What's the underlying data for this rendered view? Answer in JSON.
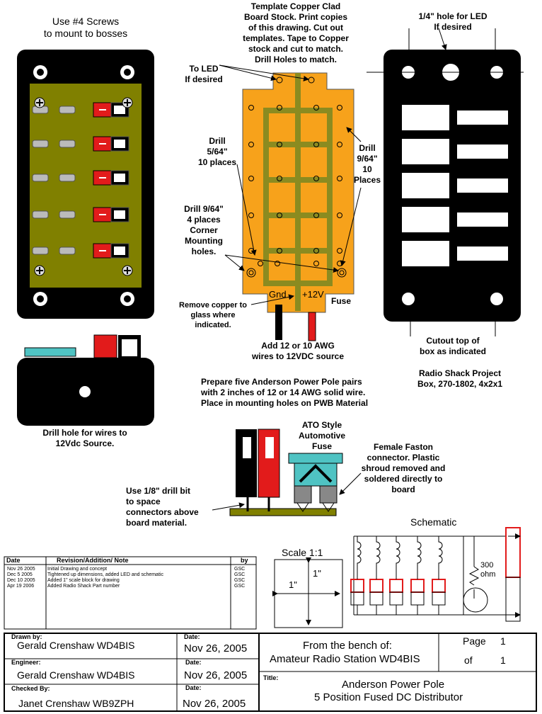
{
  "labels": {
    "screws_1": "Use #4 Screws",
    "screws_2": "to mount  to bosses",
    "tmpl_1": "Template Copper Clad",
    "tmpl_2": "Board Stock. Print copies",
    "tmpl_3": "of this drawing. Cut out",
    "tmpl_4": "templates. Tape to Copper",
    "tmpl_5": "stock and cut to match.",
    "tmpl_6": "Drill Holes to match.",
    "led_hole_1": "1/4\" hole for LED",
    "led_hole_2": "If desired",
    "toled_1": "To LED",
    "toled_2": "If desired",
    "drill564_1": "Drill",
    "drill564_2": "5/64\"",
    "drill564_3": "10 places",
    "drill964r_1": "Drill",
    "drill964r_2": "9/64\"",
    "drill964r_3": "10",
    "drill964r_4": "Places",
    "drill964c_1": "Drill 9/64\"",
    "drill964c_2": "4 places",
    "drill964c_3": "Corner",
    "drill964c_4": "Mounting",
    "drill964c_5": "holes.",
    "gnd": "Gnd",
    "plus12": "+12V",
    "fuse": "Fuse",
    "remove_1": "Remove copper to",
    "remove_2": "glass where",
    "remove_3": "indicated.",
    "awg_1": "Add 12 or 10 AWG",
    "awg_2": "wires to 12VDC source",
    "cutout_1": "Cutout top of",
    "cutout_2": "box as indicated",
    "rs_1": "Radio Shack Project",
    "rs_2": "Box, 270-1802, 4x2x1",
    "drillhole_1": "Drill hole for wires to",
    "drillhole_2": "12Vdc Source.",
    "prep_1": "Prepare five Anderson Power Pole pairs",
    "prep_2": "with 2 inches of 12 or 14 AWG solid wire.",
    "prep_3": "Place in mounting holes on PWB Material",
    "ato_1": "ATO Style",
    "ato_2": "Automotive",
    "ato_3": "Fuse",
    "faston_1": "Female Faston",
    "faston_2": "connector. Plastic",
    "faston_3": "shroud removed and",
    "faston_4": "soldered directly to",
    "faston_5": "board",
    "eighth_1": "Use 1/8\" drill bit",
    "eighth_2": "to space",
    "eighth_3": "connectors above",
    "eighth_4": "board material.",
    "schematic": "Schematic",
    "ohm_1": "300",
    "ohm_2": "ohm",
    "scale": "Scale 1:1",
    "inch_h": "1\"",
    "inch_v": "1\""
  },
  "revisions": {
    "headers": {
      "date": "Date",
      "note": "Revision/Addition/ Note",
      "by": "by"
    },
    "rows": [
      {
        "date": "Nov 26 2005",
        "note": "Initial Drawing and concept",
        "by": "GSC"
      },
      {
        "date": "Dec 5 2005",
        "note": "Tightened up dimensions, added LED and schematic",
        "by": "GSC"
      },
      {
        "date": "Dec 10 2005",
        "note": "Added 1\" scale block for drawing",
        "by": "GSC"
      },
      {
        "date": "Apr 19 2006",
        "note": "Added Radio Shack Part number",
        "by": "GSC"
      }
    ]
  },
  "title_block": {
    "drawn_by_label": "Drawn by:",
    "drawn_by": "Gerald Crenshaw WD4BIS",
    "engineer_label": "Engineer:",
    "engineer": "Gerald Crenshaw WD4BIS",
    "checked_by_label": "Checked By:",
    "checked_by": "Janet Crenshaw WB9ZPH",
    "date_label": "Date:",
    "date": "Nov 26, 2005",
    "bench_1": "From the bench of:",
    "bench_2": "Amateur Radio Station WD4BIS",
    "page_label": "Page",
    "page_num": "1",
    "of_label": "of",
    "page_total": "1",
    "title_label": "Title:",
    "title_1": "Anderson Power Pole",
    "title_2": "5 Position Fused DC Distributor"
  },
  "colors": {
    "board_olive": "#808000",
    "copper_orange": "#F7A21B",
    "trace_olive": "#8B8B20",
    "pole_red": "#E21B1B",
    "fuse_teal": "#4FC3C3"
  }
}
